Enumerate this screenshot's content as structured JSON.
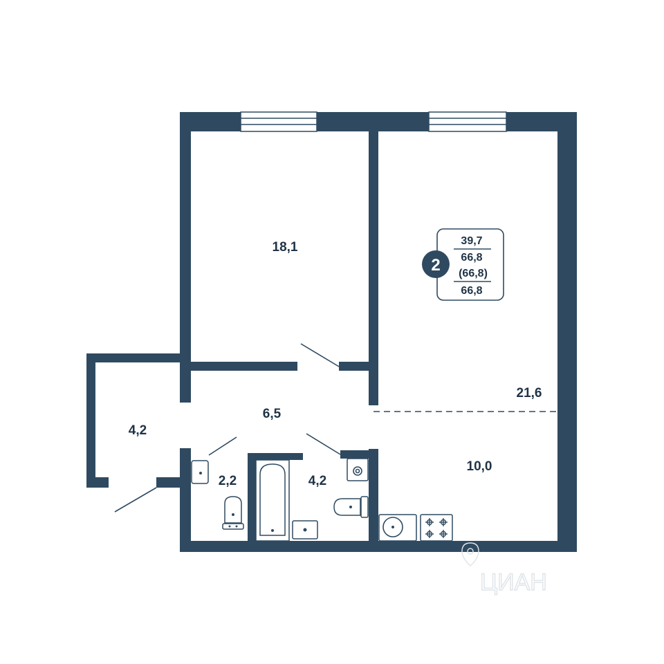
{
  "plan": {
    "colors": {
      "wall": "#2f4a60",
      "text": "#1f3346",
      "watermark": "#dfe4e8"
    },
    "rooms": {
      "bedroom": "18,1",
      "living": "21,6",
      "kitchen": "10,0",
      "hall": "6,5",
      "storage": "4,2",
      "wc": "2,2",
      "bathroom": "4,2"
    },
    "badge": {
      "rooms_count": "2",
      "living_area": "39,7",
      "total_area": "66,8",
      "total_area_with_balcony": "(66,8)",
      "total_area_final": "66,8"
    },
    "watermark": "ЦИАН",
    "watermark_icon": "location-pin-icon"
  }
}
